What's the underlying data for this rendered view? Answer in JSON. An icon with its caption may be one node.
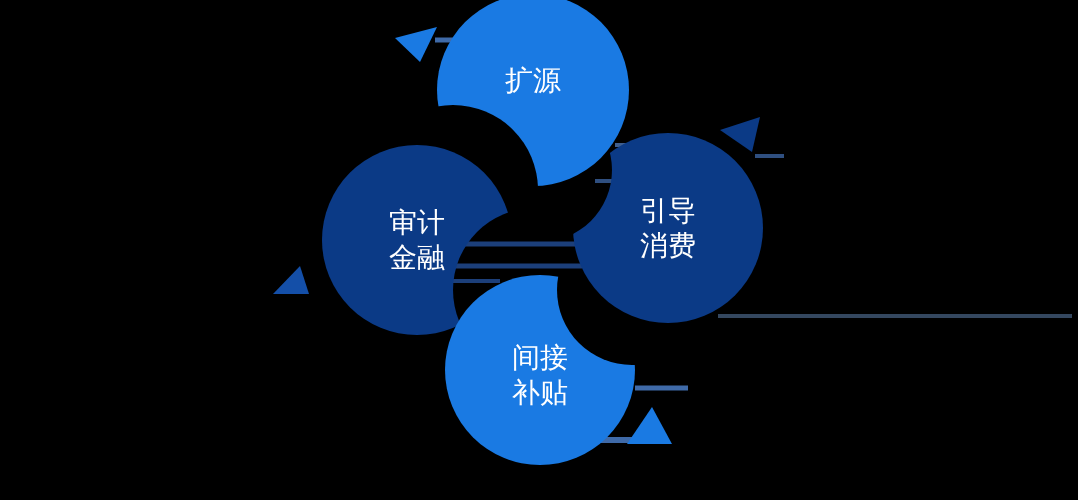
{
  "diagram": {
    "nodes": [
      {
        "text": [
          "扩源"
        ]
      },
      {
        "text": [
          "审计金融"
        ]
      },
      {
        "text": [
          "引导消费"
        ]
      },
      {
        "text": [
          "间接补贴"
        ]
      }
    ],
    "edges": []
  }
}
